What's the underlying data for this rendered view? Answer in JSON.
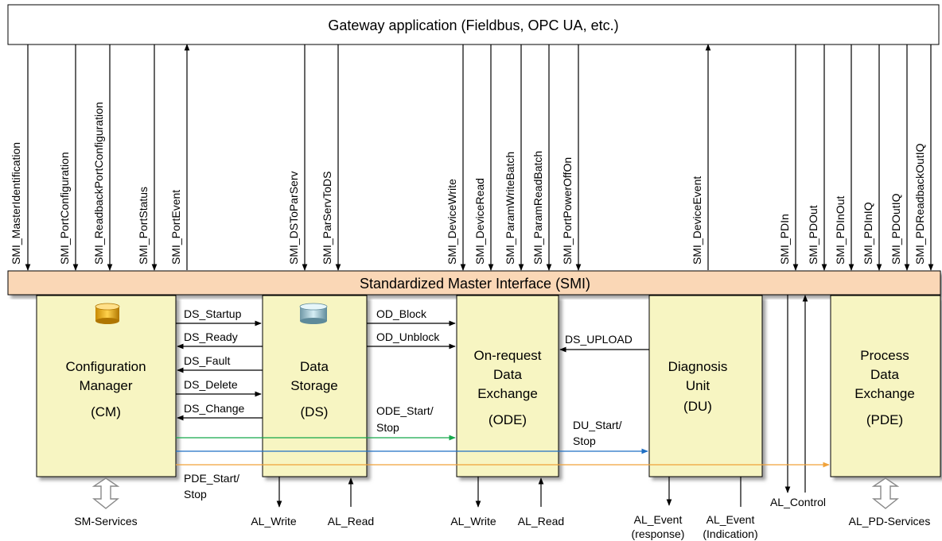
{
  "gateway_title": "Gateway application (Fieldbus, OPC UA, etc.)",
  "smi_title": "Standardized Master Interface (SMI)",
  "smi_services": [
    "SMI_MasterIdentification",
    "SMI_PortConfiguration",
    "SMI_ReadbackPortConfiguration",
    "SMI_PortStatus",
    "SMI_PortEvent",
    "SMI_DSToParServ",
    "SMI_ParServToDS",
    "SMI_DeviceWrite",
    "SMI_DeviceRead",
    "SMI_ParamWriteBatch",
    "SMI_ParamReadBatch",
    "SMI_PortPowerOffOn",
    "SMI_DeviceEvent",
    "SMI_PDIn",
    "SMI_PDOut",
    "SMI_PDInOut",
    "SMI_PDInIQ",
    "SMI_PDOutIQ",
    "SMI_PDReadbackOutIQ"
  ],
  "blocks": {
    "cm": [
      "Configuration",
      "Manager",
      "(CM)"
    ],
    "ds": [
      "Data",
      "Storage",
      "(DS)"
    ],
    "ode": [
      "On-request",
      "Data",
      "Exchange",
      "(ODE)"
    ],
    "du": [
      "Diagnosis",
      "Unit",
      "(DU)"
    ],
    "pde": [
      "Process",
      "Data",
      "Exchange",
      "(PDE)"
    ]
  },
  "cm_ds_signals": [
    "DS_Startup",
    "DS_Ready",
    "DS_Fault",
    "DS_Delete",
    "DS_Change"
  ],
  "ds_ode_signals": [
    "OD_Block",
    "OD_Unblock"
  ],
  "ds_upload": "DS_UPLOAD",
  "ode_start": [
    "ODE_Start/",
    "Stop"
  ],
  "du_start": [
    "DU_Start/",
    "Stop"
  ],
  "pde_start": [
    "PDE_Start/",
    "Stop"
  ],
  "bottom": {
    "sm_services": "SM-Services",
    "al_write_1": "AL_Write",
    "al_read_1": "AL_Read",
    "al_write_2": "AL_Write",
    "al_read_2": "AL_Read",
    "al_event_resp": [
      "AL_Event",
      "(response)"
    ],
    "al_event_ind": [
      "AL_Event",
      "(Indication)"
    ],
    "al_control": "AL_Control",
    "al_pd_services": "AL_PD-Services"
  },
  "colors": {
    "block_fill": "#f7f5c2",
    "smi_fill": "#fad7b6",
    "green_line": "#14a84a",
    "blue_line": "#1f6fc4",
    "orange_line": "#f0a23a"
  }
}
